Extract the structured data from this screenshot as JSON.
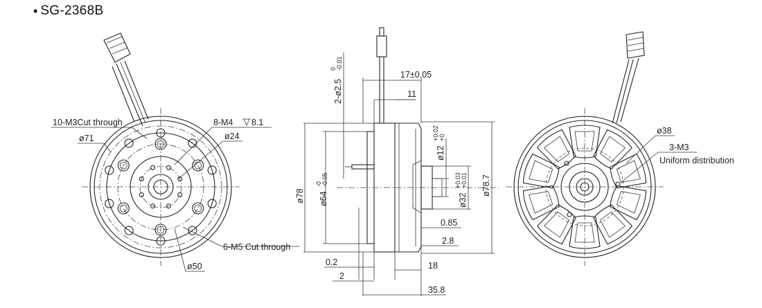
{
  "header": {
    "bullet": "•",
    "title": "SG-2368B"
  },
  "front_view": {
    "holes_m3": "10-M3Cut through",
    "dia_71": "ø71",
    "holes_m4": "8-M4",
    "m4_depth": "8.1",
    "dia_24": "ø24",
    "holes_m5": "6-M5 Cut through",
    "dia_50": "ø50"
  },
  "side_view": {
    "pin_dia": "2-ø2.5",
    "pin_tol_upper": "0",
    "pin_tol_lower": "-0.01",
    "len_17": "17±0.05",
    "len_11": "11",
    "dia_78": "ø78",
    "dia_64": "ø64",
    "dia_64_tol_upper": "-0",
    "dia_64_tol_lower": "-0.05",
    "dia_12": "ø12",
    "dia_12_tol_upper": "+0.02",
    "dia_12_tol_lower": "+0",
    "dia_32": "ø32",
    "dia_32_tol_upper": "+0.03",
    "dia_32_tol_lower": "+0.01",
    "dia_78_7": "ø78.7",
    "len_0_85": "0.85",
    "len_2_8": "2.8",
    "len_0_2": "0.2",
    "len_18": "18",
    "len_2": "2",
    "len_35_8": "35.8"
  },
  "rear_view": {
    "dia_38": "ø38",
    "holes_m3": "3-M3",
    "distribution": "Uniform distribution"
  }
}
